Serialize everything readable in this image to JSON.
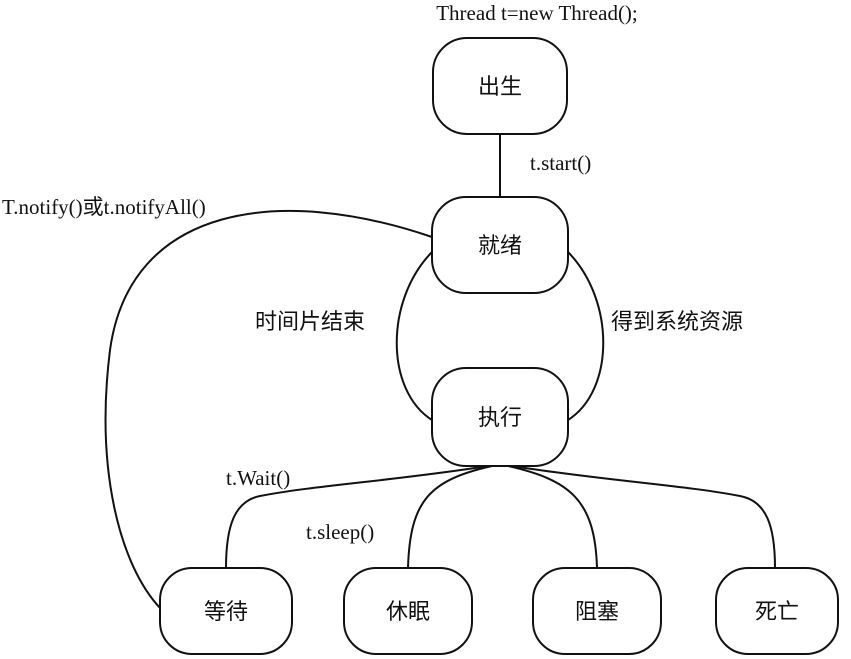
{
  "diagram": {
    "top_caption": "Thread t=new Thread();",
    "nodes": {
      "birth": "出生",
      "ready": "就绪",
      "running": "执行",
      "waiting": "等待",
      "sleeping": "休眠",
      "blocked": "阻塞",
      "dead": "死亡"
    },
    "edge_labels": {
      "start": "t.start()",
      "notify": "T.notify()或t.notifyAll()",
      "time_slice_end": "时间片结束",
      "got_resources": "得到系统资源",
      "wait": "t.Wait()",
      "sleep": "t.sleep()"
    }
  }
}
